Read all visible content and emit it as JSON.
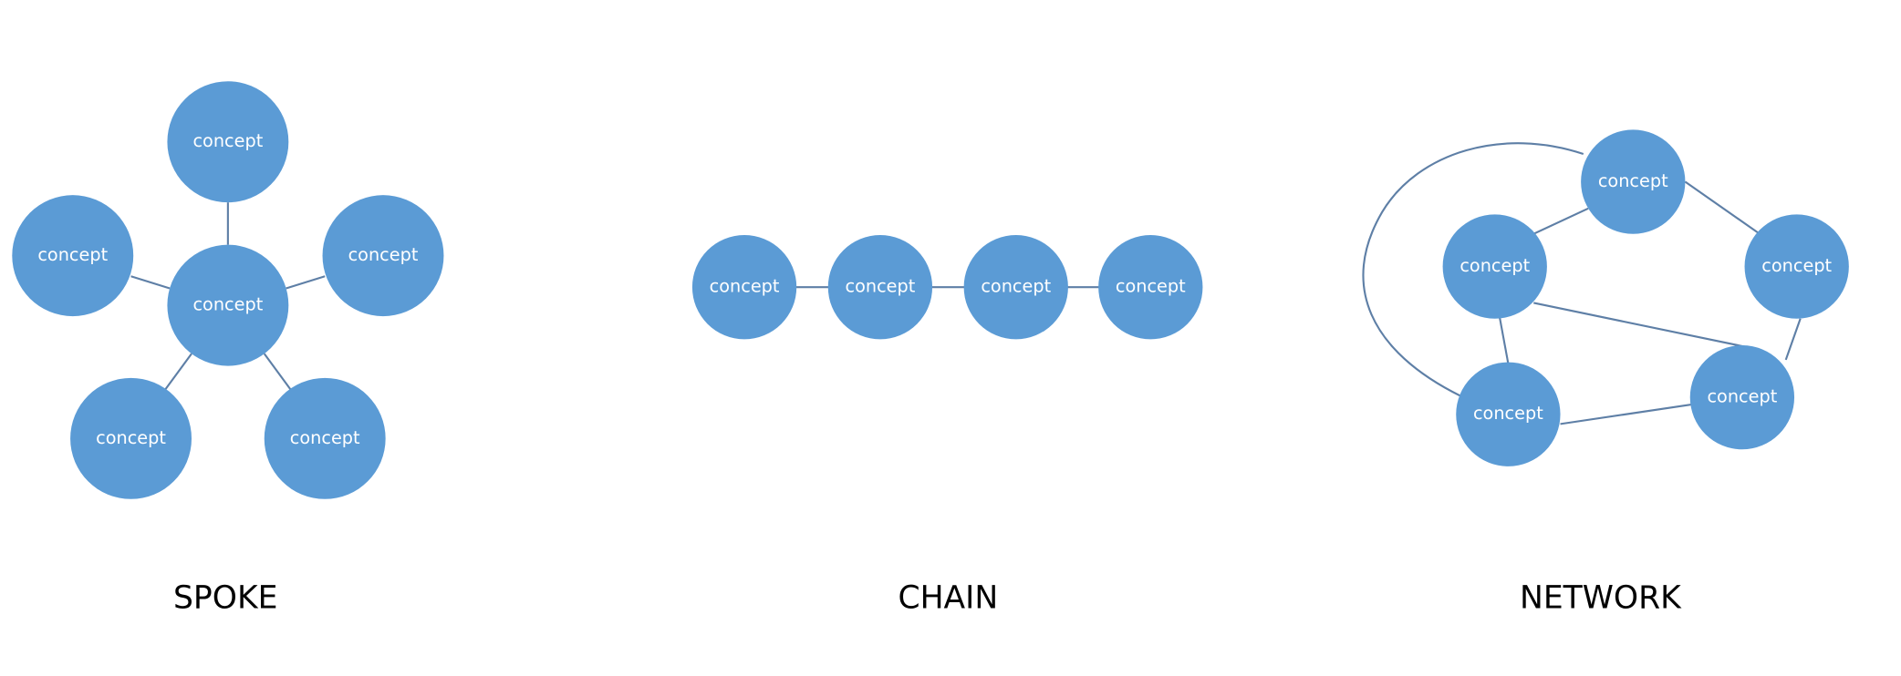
{
  "colors": {
    "node": "#5B9BD5",
    "edge": "#5E7FA6",
    "label": "#FFFFFF"
  },
  "spoke": {
    "title": "SPOKE",
    "nodes": [
      "concept",
      "concept",
      "concept",
      "concept",
      "concept",
      "concept"
    ]
  },
  "chain": {
    "title": "CHAIN",
    "nodes": [
      "concept",
      "concept",
      "concept",
      "concept"
    ]
  },
  "network": {
    "title": "NETWORK",
    "nodes": [
      "concept",
      "concept",
      "concept",
      "concept",
      "concept"
    ]
  }
}
